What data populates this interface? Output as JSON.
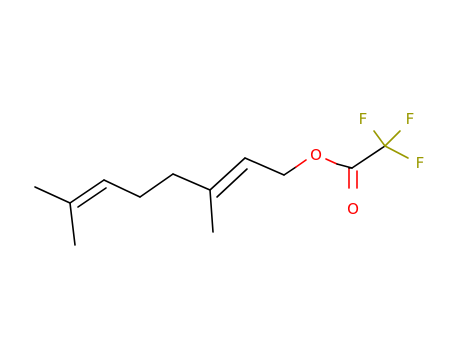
{
  "molecule": {
    "atoms": {
      "oxygen_ester": "O",
      "oxygen_carbonyl": "O",
      "fluorine_1": "F",
      "fluorine_2": "F",
      "fluorine_3": "F"
    },
    "colors": {
      "bond": "#000000",
      "oxygen": "#ff0000",
      "fluorine": "#999900"
    }
  }
}
